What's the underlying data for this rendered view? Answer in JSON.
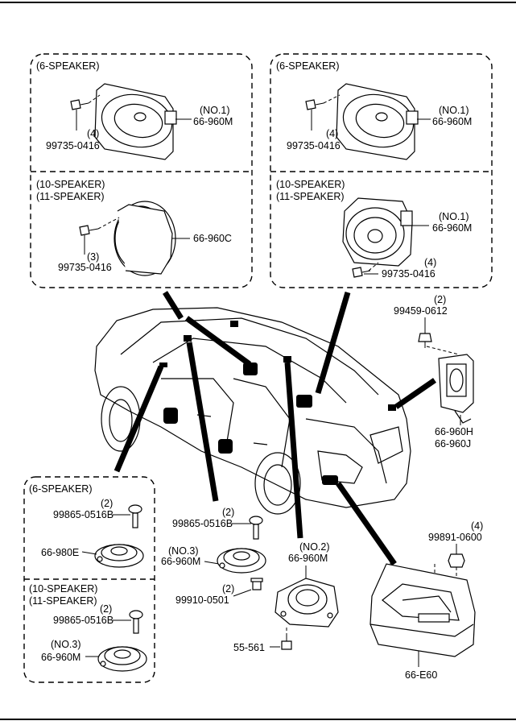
{
  "boxes": {
    "top_left": {
      "six_speaker": "(6-SPEAKER)",
      "ten_speaker": "(10-SPEAKER)",
      "eleven_speaker": "(11-SPEAKER)",
      "no1": "(NO.1)",
      "part_960m": "66-960M",
      "qty4": "(4)",
      "screw_0416_a": "99735-0416",
      "part_960c": "66-960C",
      "qty3": "(3)",
      "screw_0416_b": "99735-0416"
    },
    "top_right": {
      "six_speaker": "(6-SPEAKER)",
      "ten_speaker": "(10-SPEAKER)",
      "eleven_speaker": "(11-SPEAKER)",
      "no1_a": "(NO.1)",
      "part_960m_a": "66-960M",
      "qty4_a": "(4)",
      "screw_0416_a": "99735-0416",
      "no1_b": "(NO.1)",
      "part_960m_b": "66-960M",
      "qty4_b": "(4)",
      "screw_0416_b": "99735-0416"
    },
    "bottom_left": {
      "six_speaker": "(6-SPEAKER)",
      "qty2_a": "(2)",
      "screw_0516b_a": "99865-0516B",
      "part_980e": "66-980E",
      "ten_speaker": "(10-SPEAKER)",
      "eleven_speaker": "(11-SPEAKER)",
      "qty2_b": "(2)",
      "screw_0516b_b": "99865-0516B",
      "no3": "(NO.3)",
      "part_960m": "66-960M"
    }
  },
  "loose": {
    "qty2_0612": "(2)",
    "screw_0612": "99459-0612",
    "part_960h": "66-960H",
    "part_960j": "66-960J",
    "qty2_0516": "(2)",
    "screw_0516b": "99865-0516B",
    "no3": "(NO.3)",
    "part_960m_no3": "66-960M",
    "qty2_0501": "(2)",
    "screw_0501": "99910-0501",
    "no2": "(NO.2)",
    "part_960m_no2": "66-960M",
    "part_55561": "55-561",
    "qty4_0600": "(4)",
    "screw_0600": "99891-0600",
    "part_e60": "66-E60"
  }
}
